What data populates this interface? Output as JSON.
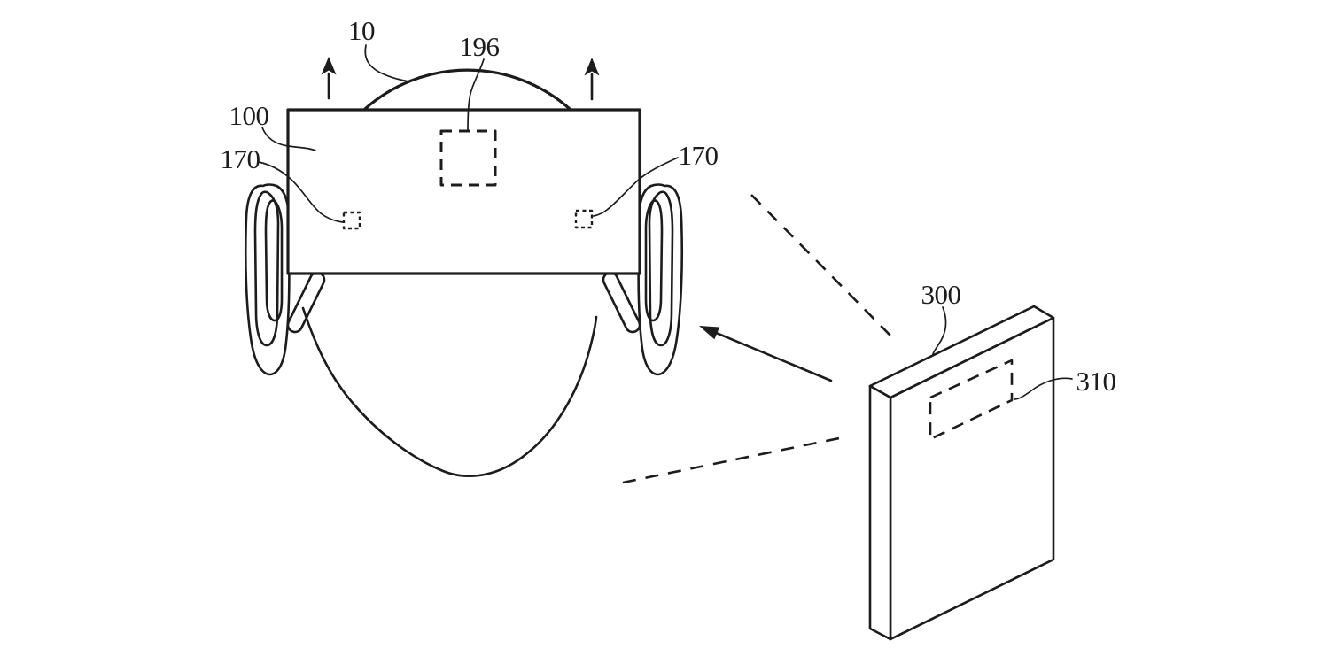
{
  "figure": {
    "background": "#ffffff",
    "ink_color": "#1c1c1c"
  },
  "labels": {
    "ref_10": "10",
    "ref_196": "196",
    "ref_100": "100",
    "ref_170_left": "170",
    "ref_170_right": "170",
    "ref_300": "300",
    "ref_310": "310"
  }
}
